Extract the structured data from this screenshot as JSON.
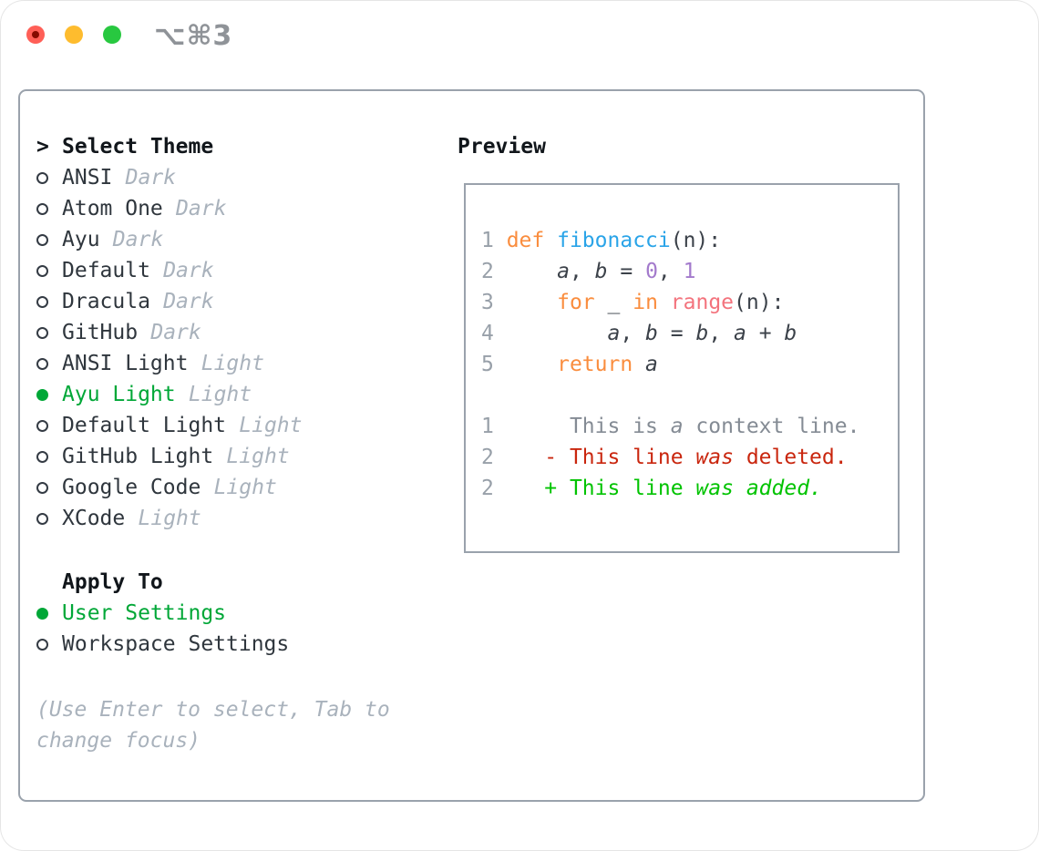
{
  "titlebar": {
    "title": "⌥⌘3"
  },
  "theme_panel": {
    "header": {
      "prefix": ">",
      "label": "Select Theme"
    },
    "items": [
      {
        "name": "ANSI",
        "variant": "Dark",
        "selected": false
      },
      {
        "name": "Atom One",
        "variant": "Dark",
        "selected": false
      },
      {
        "name": "Ayu",
        "variant": "Dark",
        "selected": false
      },
      {
        "name": "Default",
        "variant": "Dark",
        "selected": false
      },
      {
        "name": "Dracula",
        "variant": "Dark",
        "selected": false
      },
      {
        "name": "GitHub",
        "variant": "Dark",
        "selected": false
      },
      {
        "name": "ANSI Light",
        "variant": "Light",
        "selected": false
      },
      {
        "name": "Ayu Light",
        "variant": "Light",
        "selected": true
      },
      {
        "name": "Default Light",
        "variant": "Light",
        "selected": false
      },
      {
        "name": "GitHub Light",
        "variant": "Light",
        "selected": false
      },
      {
        "name": "Google Code",
        "variant": "Light",
        "selected": false
      },
      {
        "name": "XCode",
        "variant": "Light",
        "selected": false
      }
    ],
    "apply_to": {
      "header": "Apply To",
      "options": [
        {
          "label": "User Settings",
          "selected": true
        },
        {
          "label": "Workspace Settings",
          "selected": false
        }
      ]
    },
    "hint_lines": [
      "(Use Enter to select, Tab to",
      "change focus)"
    ]
  },
  "preview": {
    "header": "Preview",
    "lines": [
      {
        "num": "1",
        "tokens": [
          [
            "def",
            "kw"
          ],
          [
            " ",
            "fg"
          ],
          [
            "fibonacci",
            "fn"
          ],
          [
            "(n):",
            "fg"
          ]
        ]
      },
      {
        "num": "2",
        "tokens": [
          [
            "    ",
            "fg"
          ],
          [
            "a",
            "vr"
          ],
          [
            ", ",
            "fg"
          ],
          [
            "b",
            "vr"
          ],
          [
            " = ",
            "fg"
          ],
          [
            "0",
            "num"
          ],
          [
            ", ",
            "fg"
          ],
          [
            "1",
            "num"
          ]
        ]
      },
      {
        "num": "3",
        "tokens": [
          [
            "    ",
            "fg"
          ],
          [
            "for",
            "kw"
          ],
          [
            " ",
            "fg"
          ],
          [
            "_",
            "fg"
          ],
          [
            " ",
            "fg"
          ],
          [
            "in",
            "kw"
          ],
          [
            " ",
            "fg"
          ],
          [
            "range",
            "rng"
          ],
          [
            "(n):",
            "fg"
          ]
        ]
      },
      {
        "num": "4",
        "tokens": [
          [
            "        ",
            "fg"
          ],
          [
            "a",
            "vr"
          ],
          [
            ", ",
            "fg"
          ],
          [
            "b",
            "vr"
          ],
          [
            " = ",
            "fg"
          ],
          [
            "b",
            "vr"
          ],
          [
            ", ",
            "fg"
          ],
          [
            "a",
            "vr"
          ],
          [
            " + ",
            "fg"
          ],
          [
            "b",
            "vr"
          ]
        ]
      },
      {
        "num": "5",
        "tokens": [
          [
            "    ",
            "fg"
          ],
          [
            "return",
            "kw"
          ],
          [
            " ",
            "fg"
          ],
          [
            "a",
            "vr"
          ]
        ]
      },
      {
        "num": "",
        "tokens": []
      },
      {
        "num": "1",
        "tokens": [
          [
            "     This is ",
            "ctx"
          ],
          [
            "a",
            "ctxi"
          ],
          [
            " context line.",
            "ctx"
          ]
        ]
      },
      {
        "num": "2",
        "tokens": [
          [
            "   - This line ",
            "del"
          ],
          [
            "was",
            "deli"
          ],
          [
            " deleted.",
            "del"
          ]
        ]
      },
      {
        "num": "2",
        "tokens": [
          [
            "   + This line ",
            "add"
          ],
          [
            "was",
            "addi"
          ],
          [
            " ",
            "add"
          ],
          [
            "added.",
            "addi"
          ]
        ]
      }
    ]
  },
  "colors": {
    "border": "#9aa2ac",
    "text": "#2f363d",
    "heading": "#11161b",
    "muted_gray": "#a9b2bc",
    "selected_green": "#00a737",
    "line_number_gray": "#98a0a9",
    "code_foreground": "#3b4149",
    "keyword_orange": "#fa8d3e",
    "function_blue": "#2aa4e8",
    "number_purple": "#a37acc",
    "range_coral": "#f3737d",
    "context_gray": "#848b94",
    "deleted_red": "#c9260e",
    "added_green": "#00c300",
    "traffic_red": "#ff5f57",
    "traffic_yellow": "#febc2e",
    "traffic_green": "#28c840",
    "title_gray": "#8f9398"
  }
}
